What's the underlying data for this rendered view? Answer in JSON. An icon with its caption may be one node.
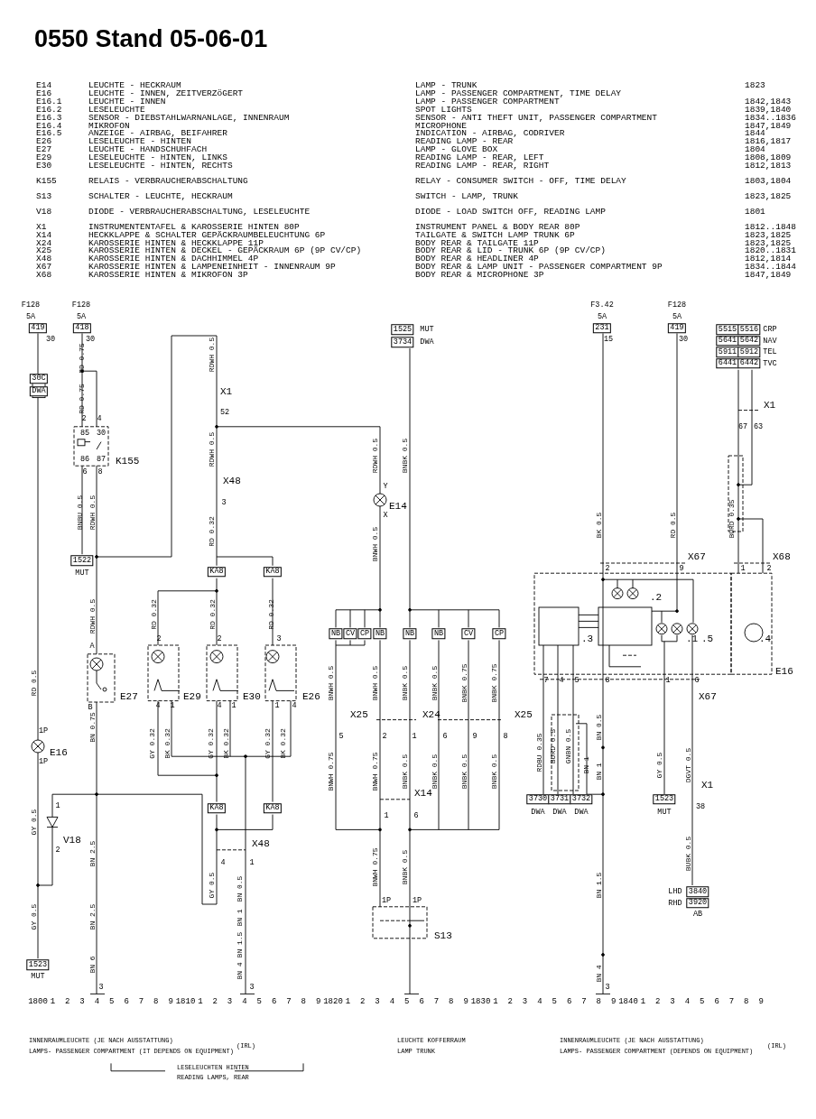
{
  "diagram": {
    "title": "0550 Stand 05-06-01",
    "labels": [
      "E14",
      "LEUCHTE - HECKRAUM",
      "LAMP - TRUNK",
      "1823",
      "E16",
      "LEUCHTE - INNEN, ZEITVERZöGERT",
      "LAMP - PASSENGER COMPARTMENT, TIME DELAY",
      "E16.1",
      "LEUCHTE - INNEN",
      "LAMP - PASSENGER COMPARTMENT",
      "1842,1843",
      "E16.2",
      "LESELEUCHTE",
      "SPOT LIGHTS",
      "1839,1840",
      "E16.3",
      "SENSOR - DIEBSTAHLWARNANLAGE, INNENRAUM",
      "SENSOR - ANTI THEFT UNIT, PASSENGER COMPARTMENT",
      "1834..1836",
      "E16.4",
      "MIKROFON",
      "MICROPHONE",
      "1847,1849",
      "E16.5",
      "ANZEIGE - AIRBAG, BEIFAHRER",
      "INDICATION - AIRBAG, CODRIVER",
      "1844",
      "E26",
      "LESELEUCHTE - HINTEN",
      "READING LAMP - REAR",
      "1816,1817",
      "E27",
      "LEUCHTE - HANDSCHUHFACH",
      "LAMP - GLOVE BOX",
      "1804",
      "E29",
      "LESELEUCHTE - HINTEN, LINKS",
      "READING LAMP - REAR, LEFT",
      "1808,1809",
      "E30",
      "LESELEUCHTE - HINTEN, RECHTS",
      "READING LAMP - REAR, RIGHT",
      "1812,1813",
      "K155",
      "RELAIS - VERBRAUCHERABSCHALTUNG",
      "RELAY - CONSUMER SWITCH - OFF, TIME DELAY",
      "1803,1804",
      "S13",
      "SCHALTER - LEUCHTE, HECKRAUM",
      "SWITCH - LAMP, TRUNK",
      "1823,1825",
      "V18",
      "DIODE - VERBRAUCHERABSCHALTUNG, LESELEUCHTE",
      "DIODE - LOAD SWITCH OFF, READING LAMP",
      "1801",
      "X1",
      "INSTRUMENTENTAFEL & KAROSSERIE HINTEN 80P",
      "INSTRUMENT PANEL & BODY REAR 80P",
      "1812..1848",
      "X14",
      "HECKKLAPPE & SCHALTER GEPÄCKRAUMBELEUCHTUNG 6P",
      "TAILGATE & SWITCH LAMP TRUNK 6P",
      "1823,1825",
      "X24",
      "KAROSSERIE HINTEN & HECKKLAPPE 11P",
      "BODY REAR & TAILGATE 11P",
      "1823,1825",
      "X25",
      "KAROSSERIE HINTEN & DECKEL - GEPÄCKRAUM 6P (9P CV/CP)",
      "BODY REAR & LID - TRUNK 6P (9P CV/CP)",
      "1820..1831",
      "X48",
      "KAROSSERIE HINTEN & DACHHIMMEL 4P",
      "BODY REAR & HEADLINER 4P",
      "1812,1814",
      "X67",
      "KAROSSERIE HINTEN & LAMPENEINHEIT - INNENRAUM 9P",
      "BODY REAR & LAMP UNIT - PASSENGER COMPARTMENT 9P",
      "1834..1844",
      "X68",
      "KAROSSERIE HINTEN & MIKROFON 3P",
      "BODY REAR & MICROPHONE 3P",
      "1847,1849",
      "F128",
      "5A",
      "419",
      "30",
      "F128",
      "5A",
      "418",
      "30",
      "30C",
      "DWA",
      "RD 0.75",
      "RD 0.75",
      "2",
      "4",
      "85",
      "30",
      "86",
      "87",
      "6",
      "8",
      "K155",
      "BNBU 0.5",
      "RDWH 0.5",
      "1522",
      "MUT",
      "RDWH 0.5",
      "X1",
      "52",
      "RDWH 0.5",
      "X48",
      "3",
      "RD 0.32",
      "KA8",
      "KA8",
      "RDWH 0.5",
      "RD 0.32",
      "RD 0.32",
      "RD 0.32",
      "A",
      "2",
      "2",
      "3",
      "E27",
      "E29",
      "E30",
      "E26",
      "B",
      "4",
      "1",
      "4",
      "1",
      "1",
      "4",
      "RD 0.5",
      "BN 0.75",
      "GY 0.32",
      "BK 0.32",
      "GY 0.32",
      "BK 0.32",
      "GY 0.32",
      "BK 0.32",
      "1P",
      "E16",
      "1P",
      "1",
      "KA8",
      "KA8",
      "V18",
      "2",
      "GY 0.5",
      "X48",
      "4",
      "1",
      "BN 2.5",
      "GY 0.5",
      "BN 0.5",
      "BN 1",
      "GY 0.5",
      "BN 2.5",
      "BN 1.5",
      "1523",
      "MUT",
      "BN 6",
      "BN 4",
      "3",
      "3",
      "1525",
      "MUT",
      "3734",
      "DWA",
      "RDWH 0.5",
      "BNBK 0.5",
      "Y",
      "E14",
      "X",
      "BNWH 0.5",
      "NB",
      "CV",
      "CP",
      "NB",
      "NB",
      "NB",
      "CV",
      "CP",
      "BNWH 0.5",
      "BNWH 0.5",
      "BNBK 0.5",
      "BNBK 0.5",
      "BNBK 0.75",
      "BNBK 0.75",
      "X25",
      "X24",
      "X25",
      "5",
      "2",
      "1",
      "6",
      "9",
      "8",
      "BNWH 0.75",
      "BNWH 0.75",
      "BNBK 0.5",
      "BNBK 0.5",
      "BNBK 0.5",
      "BNBK 0.5",
      "X14",
      "1",
      "6",
      "BNWH 0.75",
      "BNBK 0.5",
      "1P",
      "1P",
      "S13",
      "F3.42",
      "5A",
      "231",
      "15",
      "F128",
      "5A",
      "419",
      "30",
      "5515",
      "5516",
      "CRP",
      "5641",
      "5642",
      "NAV",
      "5911",
      "5912",
      "TEL",
      "6441",
      "6442",
      "TVC",
      "X1",
      "67",
      "63",
      "BURD 0.35",
      "BK 0.5",
      "RD 0.5",
      "X67",
      "X68",
      "2",
      "9",
      "1",
      "2",
      ".2",
      ".3",
      ".1",
      ".5",
      ".4",
      "E16",
      "7",
      "4",
      "5",
      "8",
      "1",
      "6",
      "X67",
      "BN 0.5",
      "RDBU 0.35",
      "BURD 0.5",
      "GNBN 0.5",
      "BN 1",
      "BN 1",
      "GY 0.5",
      "DGVT 0.5",
      "X1",
      "3730",
      "3731",
      "3732",
      "1523",
      "DWA",
      "DWA",
      "DWA",
      "MUT",
      "38",
      "BUBK 0.5",
      "BN 1.5",
      "LHD",
      "3840",
      "RHD",
      "3920",
      "AB",
      "BN 4",
      "3",
      "1800",
      "1",
      "2",
      "3",
      "4",
      "5",
      "6",
      "7",
      "8",
      "9",
      "1810",
      "1",
      "2",
      "3",
      "4",
      "5",
      "6",
      "7",
      "8",
      "9",
      "1820",
      "1",
      "2",
      "3",
      "4",
      "5",
      "6",
      "7",
      "8",
      "9",
      "1830",
      "1",
      "2",
      "3",
      "4",
      "5",
      "6",
      "7",
      "8",
      "9",
      "1840",
      "1",
      "2",
      "3",
      "4",
      "5",
      "6",
      "7",
      "8",
      "9",
      "INNENRAUMLEUCHTE (JE NACH AUSSTATTUNG)",
      "LAMPS- PASSENGER COMPARTMENT (IT DEPENDS ON EQUIPMENT)",
      "(IRL)",
      "LESELEUCHTEN HINTEN",
      "READING LAMPS, REAR",
      "LEUCHTE KOFFERRAUM",
      "LAMP TRUNK",
      "INNENRAUMLEUCHTE (JE NACH AUSSTATTUNG)",
      "LAMPS- PASSENGER COMPARTMENT (DEPENDS ON EQUIPMENT)",
      "(IRL)"
    ]
  }
}
